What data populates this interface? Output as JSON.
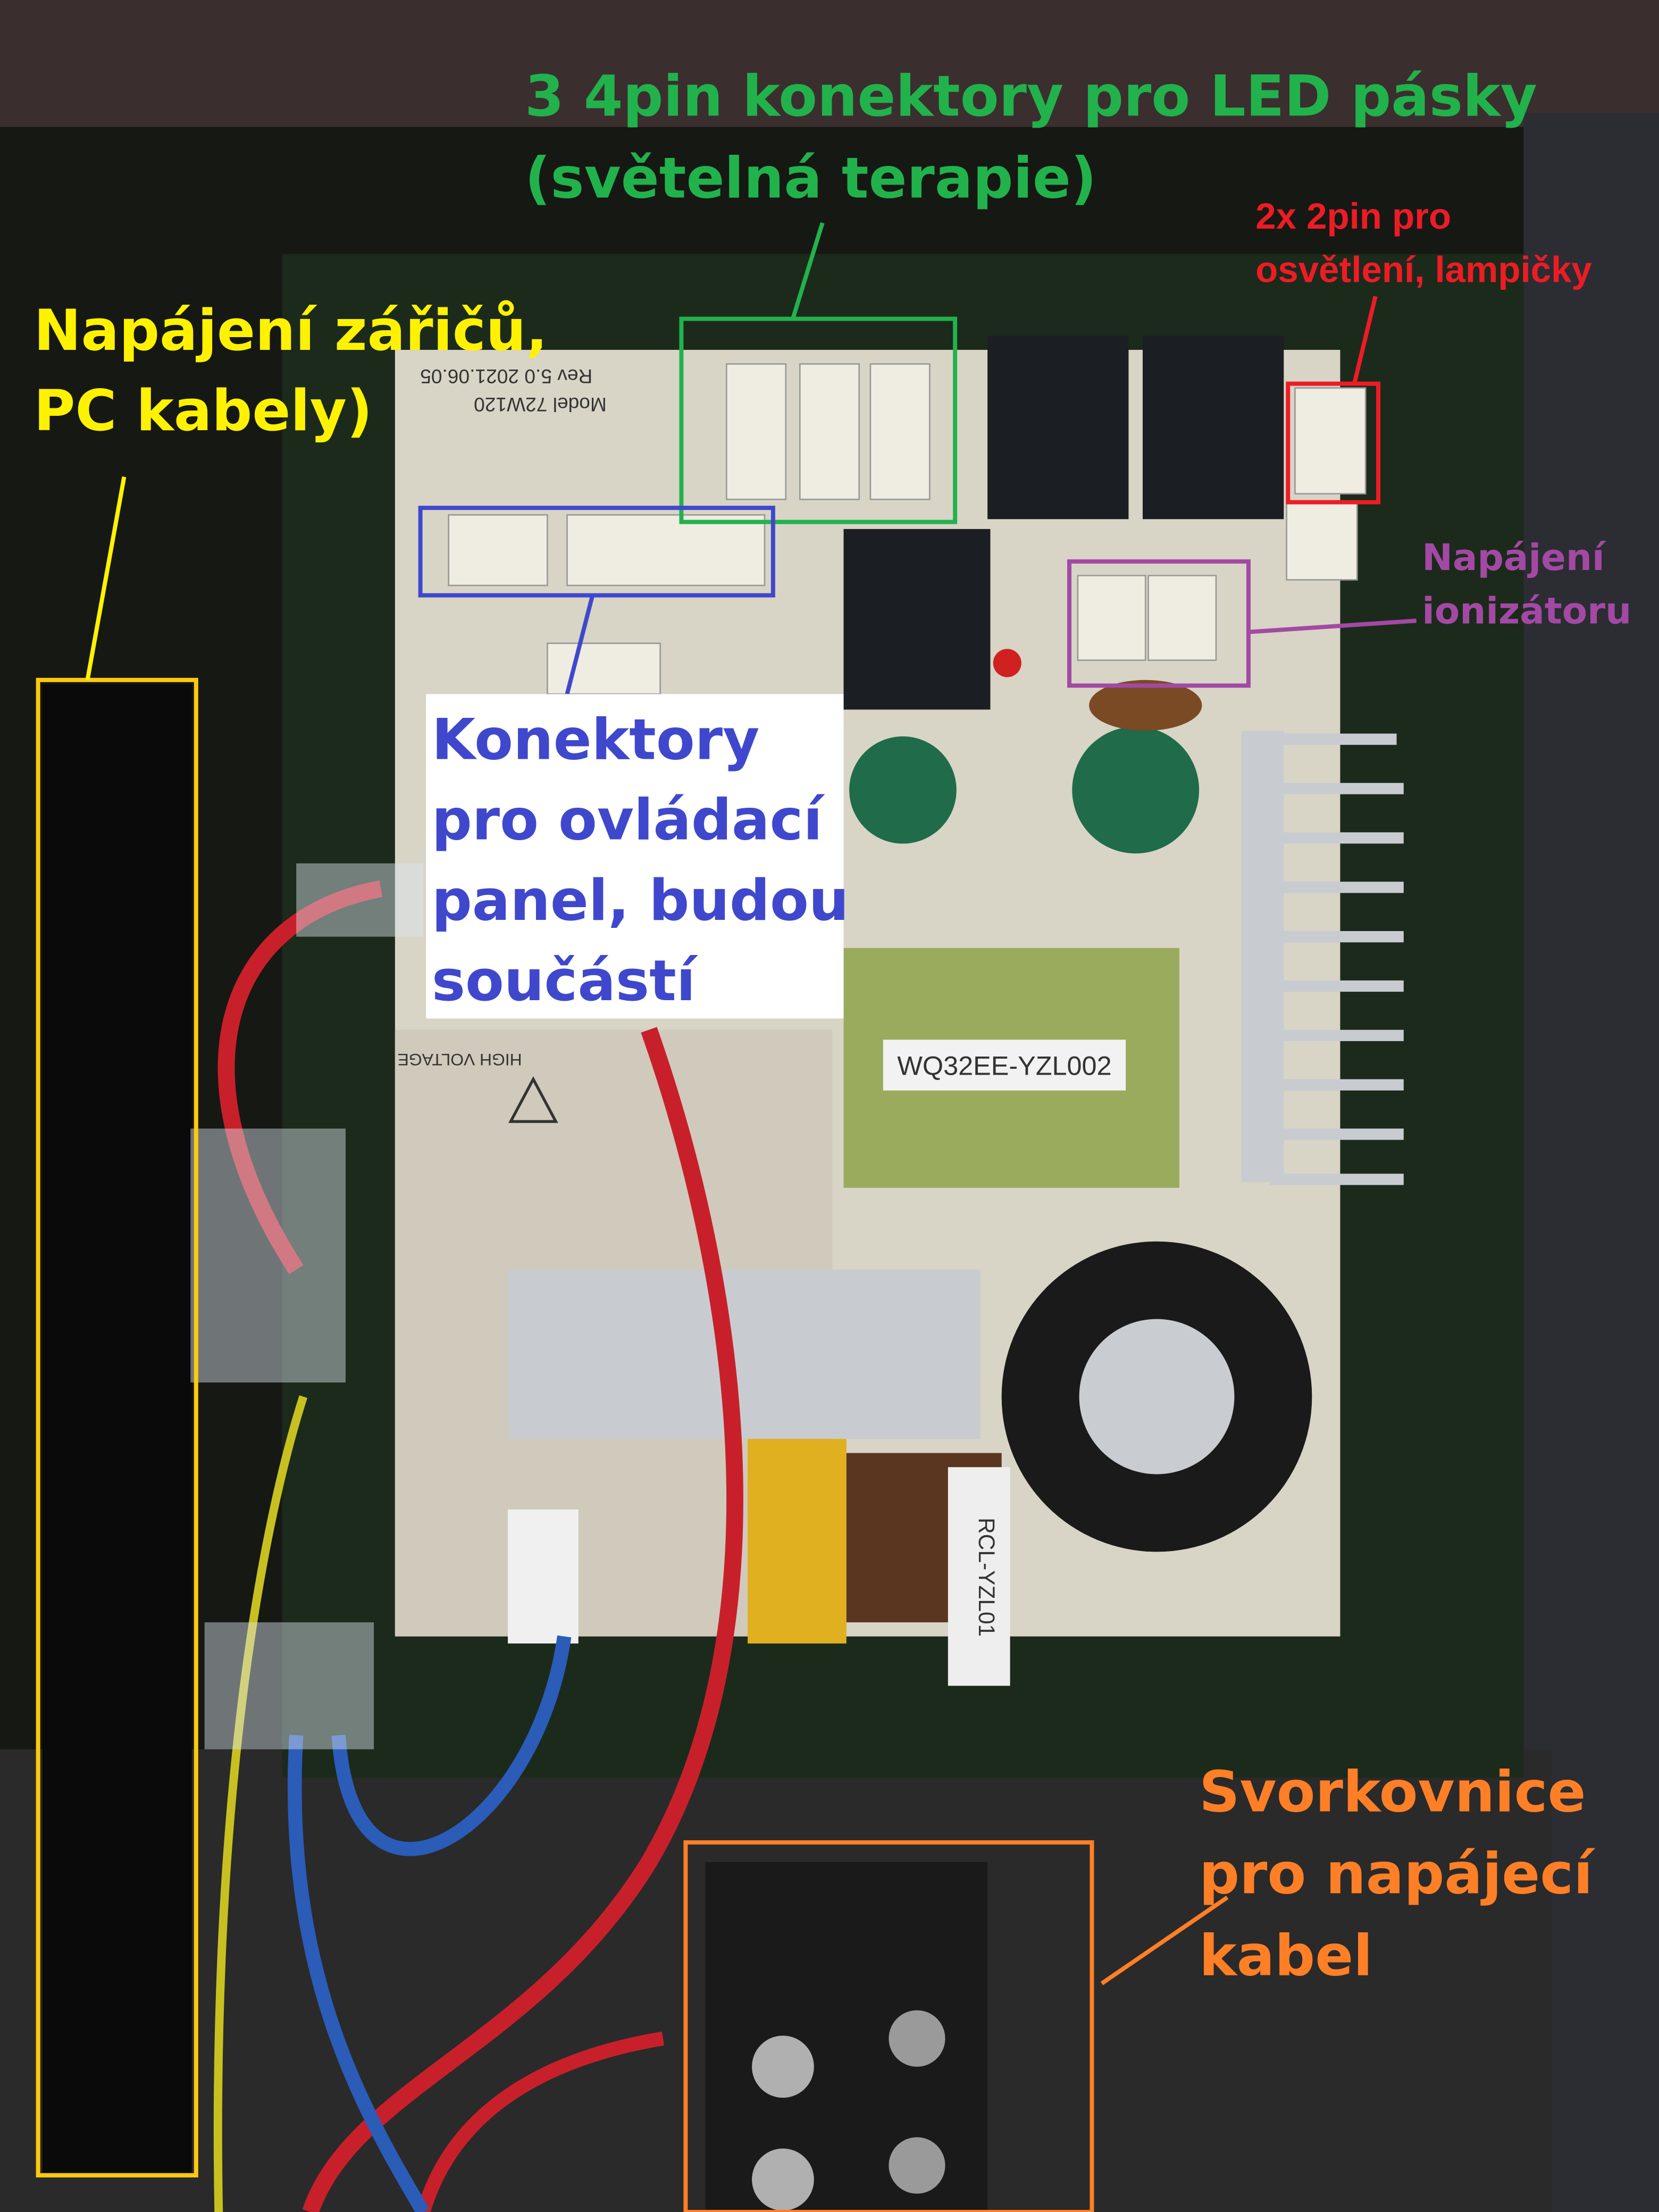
{
  "annotations": {
    "led": {
      "line1": "3 4pin konektory pro LED pásky",
      "line2": "(světelná terapie)",
      "color": "#22b24c"
    },
    "lights": {
      "line1": "2x 2pin pro",
      "line2": "osvětlení, lampičky",
      "color": "#ed1c24"
    },
    "ionizer": {
      "line1": "Napájení",
      "line2": "ionizátoru",
      "color": "#a349a4"
    },
    "emitters": {
      "line1": "Napájení zářičů,",
      "line2": "PC kabely)",
      "color": "#fff200"
    },
    "panel": {
      "line1": "Konektory",
      "line2": "pro ovládací",
      "line3": "panel, budou",
      "line4": "součástí",
      "color": "#3f48cc"
    },
    "terminal": {
      "line1": "Svorkovnice",
      "line2": "pro napájecí",
      "line3": "kabel",
      "color": "#ff7f27"
    }
  },
  "pcb": {
    "transformer_label": "WQ32EE-YZL002",
    "choke_label": "RCL-YZL01",
    "model": "Model 72W120",
    "rev": "Rev 5.0  2021.06.05",
    "high_voltage": "HIGH VOLTAGE"
  }
}
